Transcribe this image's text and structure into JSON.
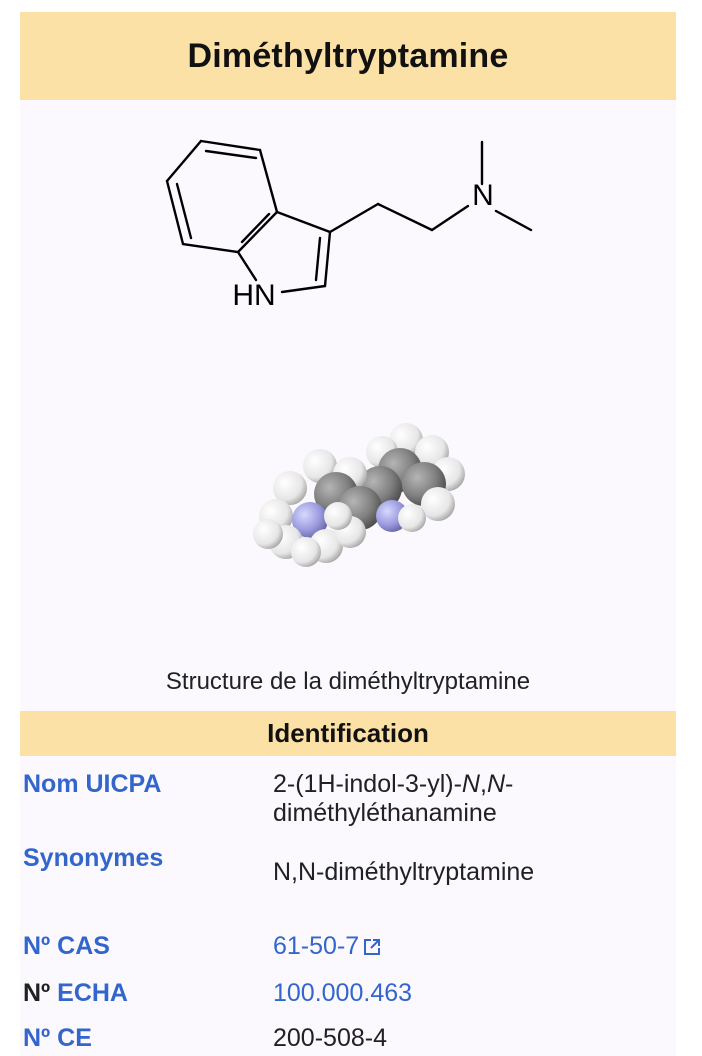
{
  "infobox": {
    "title": "Diméthyltryptamine",
    "caption": "Structure de la diméthyltryptamine",
    "atom_labels": {
      "indole_nh": "HN",
      "amine_n": "N"
    },
    "colors": {
      "header_bg": "#fce1a6",
      "box_bg": "#fbf9fd",
      "link": "#3366cc",
      "text": "#202122"
    }
  },
  "identification": {
    "title": "Identification",
    "rows": [
      {
        "label": "Nom UICPA",
        "value_part1": "2-(1H-indol-3-yl)-",
        "value_n1": "N",
        "value_comma": ",",
        "value_n2": "N",
        "value_part2": "-diméthyléthanamine"
      },
      {
        "label": "Synonymes",
        "value": "N,N-diméthyltryptamine"
      },
      {
        "label_prefix": "Nº",
        "label": "CAS",
        "value": "61-50-7",
        "icon": "external-link-icon"
      },
      {
        "label_prefix": "Nº",
        "label": "ECHA",
        "value": "100.000.463"
      },
      {
        "label_prefix": "Nº",
        "label": "CE",
        "value": "200-508-4"
      }
    ]
  }
}
